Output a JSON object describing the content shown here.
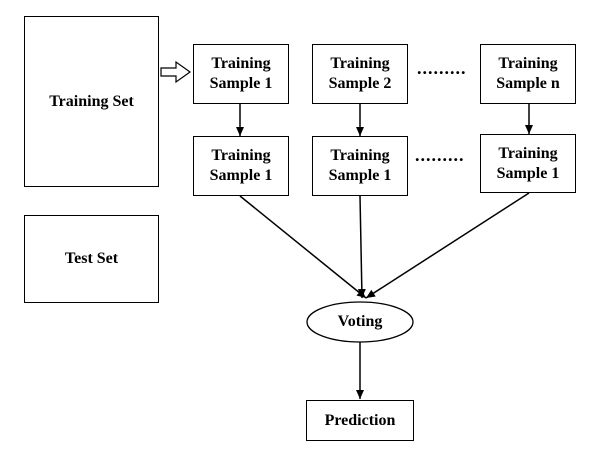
{
  "training_set": {
    "label": "Training Set"
  },
  "test_set": {
    "label": "Test Set"
  },
  "samples_row1": [
    {
      "line1": "Training",
      "line2": "Sample 1"
    },
    {
      "line1": "Training",
      "line2": "Sample 2"
    },
    {
      "line1": "Training",
      "line2": "Sample n"
    }
  ],
  "samples_row2": [
    {
      "line1": "Training",
      "line2": "Sample 1"
    },
    {
      "line1": "Training",
      "line2": "Sample 1"
    },
    {
      "line1": "Training",
      "line2": "Sample 1"
    }
  ],
  "ellipsis": ".........",
  "voting": {
    "label": "Voting"
  },
  "prediction": {
    "label": "Prediction"
  }
}
